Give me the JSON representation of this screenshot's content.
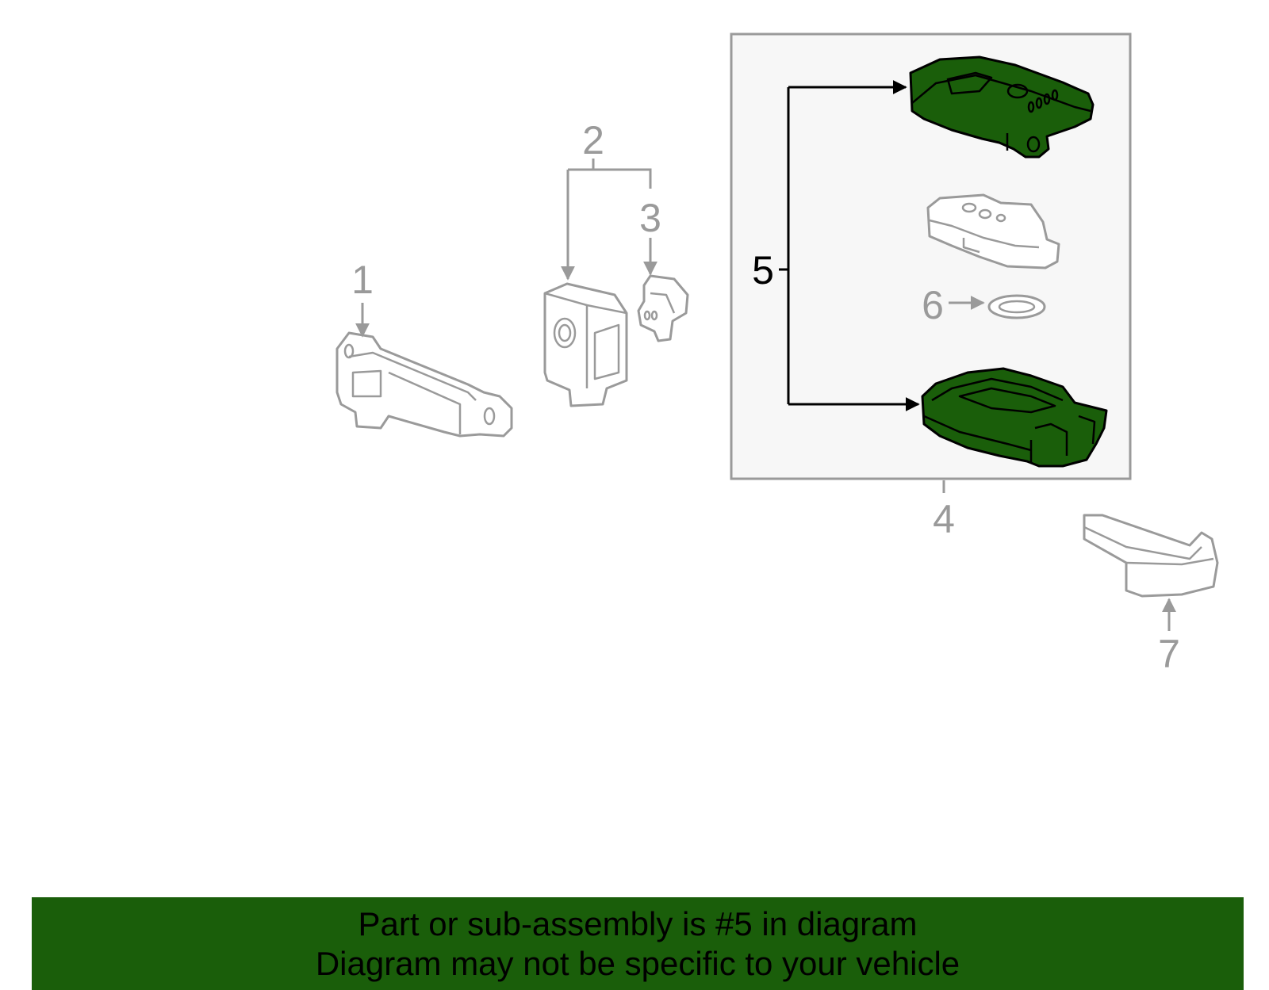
{
  "diagram": {
    "callouts": [
      {
        "id": "1",
        "label": "1"
      },
      {
        "id": "2",
        "label": "2"
      },
      {
        "id": "3",
        "label": "3"
      },
      {
        "id": "4",
        "label": "4"
      },
      {
        "id": "5",
        "label": "5"
      },
      {
        "id": "6",
        "label": "6"
      },
      {
        "id": "7",
        "label": "7"
      }
    ],
    "highlighted_callout": "5"
  },
  "colors": {
    "highlight": "#1a5e0a",
    "outline": "#9a9a9a",
    "banner": "#1a5e0a",
    "inset_background": "#f7f7f7"
  },
  "footer": {
    "line1": "Part or sub-assembly is #5 in diagram",
    "line2": "Diagram may not be specific to your vehicle"
  }
}
